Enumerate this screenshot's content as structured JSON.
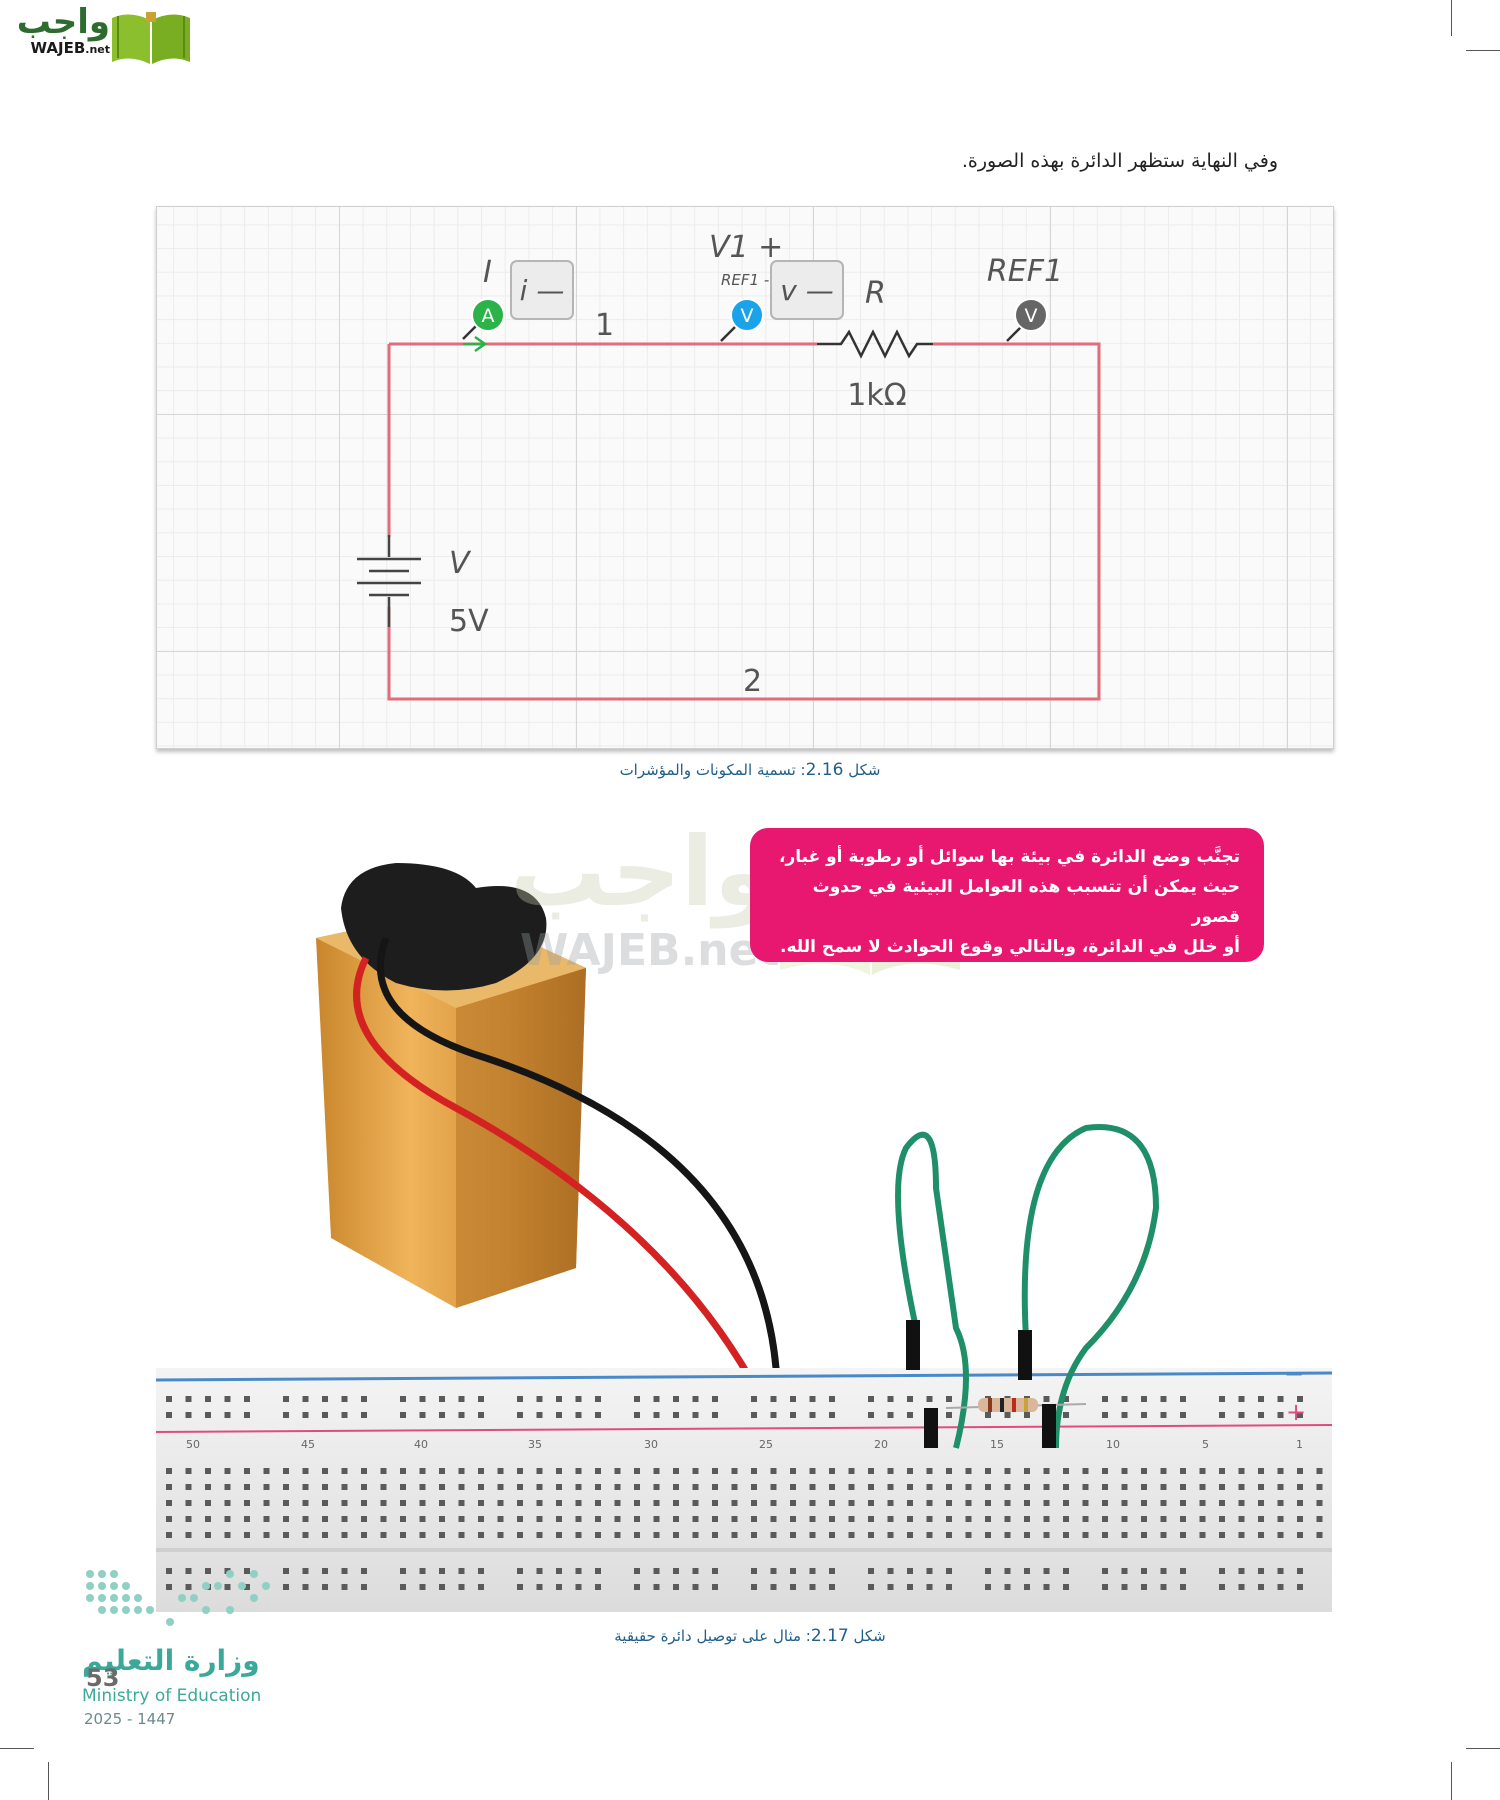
{
  "header": {
    "logo_ar": "واجب",
    "logo_en": "WAJEB",
    "logo_en_suffix": ".net"
  },
  "intro_text": "وفي النهاية ستظهر الدائرة بهذه الصورة.",
  "circuit": {
    "ammeter_label": "I",
    "ammeter_box": "i —",
    "ammeter_node": "A",
    "node_1": "1",
    "v1_label": "V1 +",
    "ref1_minus_label": "REF1 -",
    "voltmeter_box": "v —",
    "voltmeter_node": "V",
    "resistor_label": "R",
    "resistor_value": "1kΩ",
    "ref1_label": "REF1",
    "ref1_node": "V",
    "battery_label": "V",
    "battery_value": "5V",
    "node_2": "2",
    "colors": {
      "wire": "#e06c7c",
      "ammeter": "#2bb34a",
      "voltmeter": "#1aa3e8",
      "ref": "#666666"
    }
  },
  "caption_1": {
    "prefix": "شكل",
    "number": "2.16",
    "text": ": تسمية المكونات والمؤشرات"
  },
  "warning": {
    "line1": "تجنَّب وضع الدائرة في بيئة بها سوائل أو رطوبة أو غبار،",
    "line2": "حيث يمكن أن تتسبب هذه العوامل البيئية في حدوث قصور",
    "line3": "أو خلل في الدائرة، وبالتالي وقوع الحوادث لا سمح الله."
  },
  "breadboard": {
    "column_numbers": [
      "50",
      "45",
      "40",
      "35",
      "30",
      "25",
      "20",
      "15",
      "10",
      "5",
      "1"
    ],
    "rail_minus": "−",
    "rail_plus": "+"
  },
  "caption_2": {
    "prefix": "شكل",
    "number": "2.17",
    "text": ": مثال على توصيل دائرة حقيقية"
  },
  "footer": {
    "ministry_ar": "وزارة التعليم",
    "ministry_en": "Ministry of Education",
    "year": "2025 - 1447",
    "page_number": "53"
  }
}
